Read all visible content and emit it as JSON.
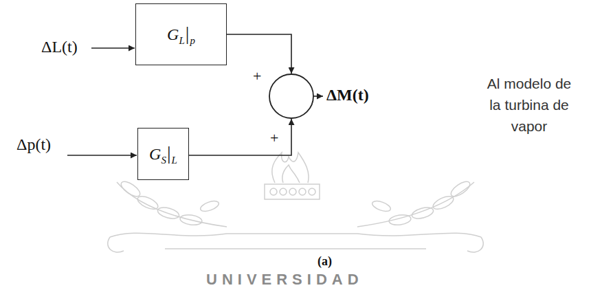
{
  "diagram": {
    "nodes": [
      {
        "text": [
          "GL|p"
        ]
      },
      {
        "text": [
          "GS|L"
        ]
      }
    ],
    "labels": [
      "ΔL(t)",
      "+",
      "ΔM(t)",
      "Al modelo de la turbina de vapor",
      "Δp(t)",
      "+",
      "(a)",
      "UNIVERSIDAD"
    ]
  }
}
